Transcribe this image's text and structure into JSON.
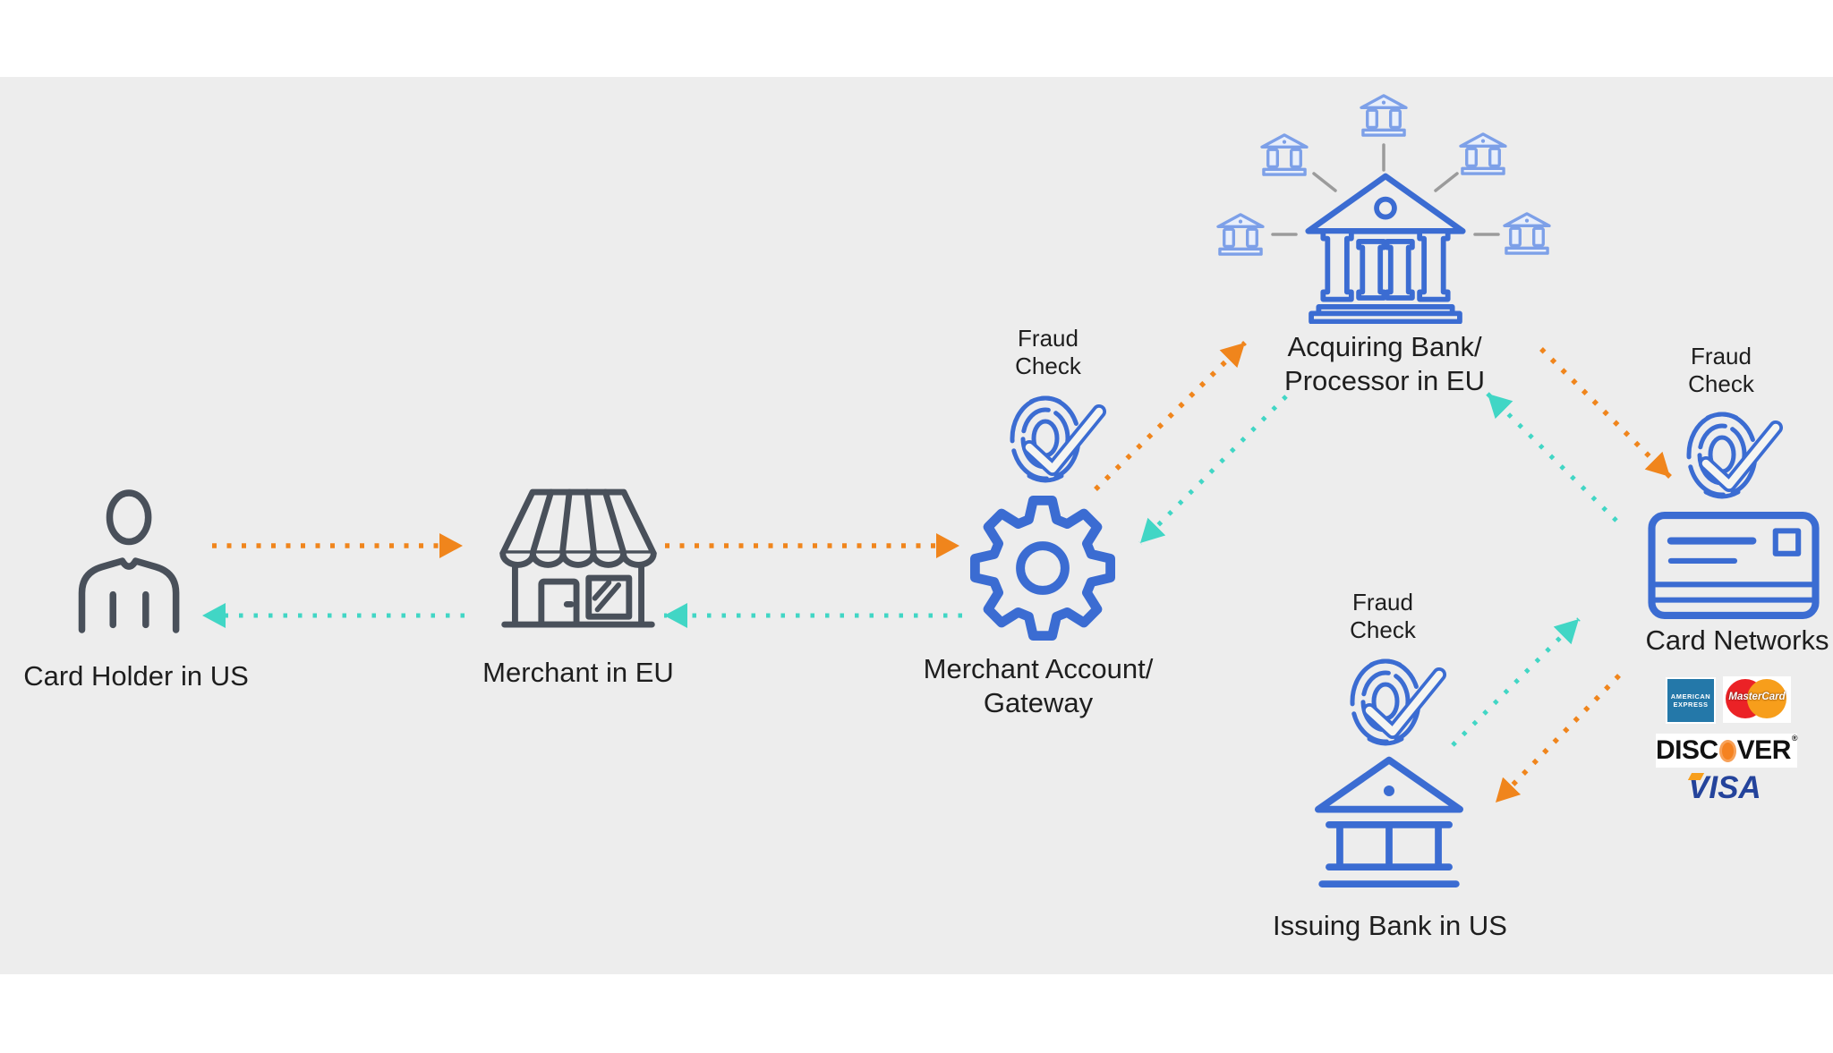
{
  "colors": {
    "background": "#EDEDED",
    "text": "#1E1E1E",
    "icon_dark": "#49505A",
    "icon_blue": "#3B6CD2",
    "icon_blue_light": "#7DA0E8",
    "icon_blue_light_fill": "#E9EFFB",
    "flow_orange": "#F0851C",
    "flow_teal": "#41D6C5",
    "connector_gray": "#9B9B9B",
    "check_white": "#F5F5F2",
    "amex_blue": "#2478A9",
    "mc_red": "#EB2226",
    "mc_orange": "#F79E1B",
    "discover_text": "#111111",
    "discover_orange": "#F58220",
    "visa_blue": "#24439B"
  },
  "nodes": {
    "card_holder": {
      "label": "Card Holder in US"
    },
    "merchant": {
      "label": "Merchant in EU"
    },
    "gateway": {
      "label_line1": "Merchant Account/",
      "label_line2": "Gateway"
    },
    "acquiring_bank": {
      "label_line1": "Acquiring Bank/",
      "label_line2": "Processor in EU"
    },
    "card_networks": {
      "label": "Card Networks"
    },
    "issuing_bank": {
      "label": "Issuing Bank in US"
    }
  },
  "fraud_check": {
    "line1": "Fraud",
    "line2": "Check"
  },
  "logos": {
    "amex_line1": "AMERICAN",
    "amex_line2": "EXPRESS",
    "mastercard": "MasterCard",
    "discover_prefix": "DISC",
    "discover_suffix": "VER",
    "discover_reg": "®",
    "visa": "VISA"
  }
}
